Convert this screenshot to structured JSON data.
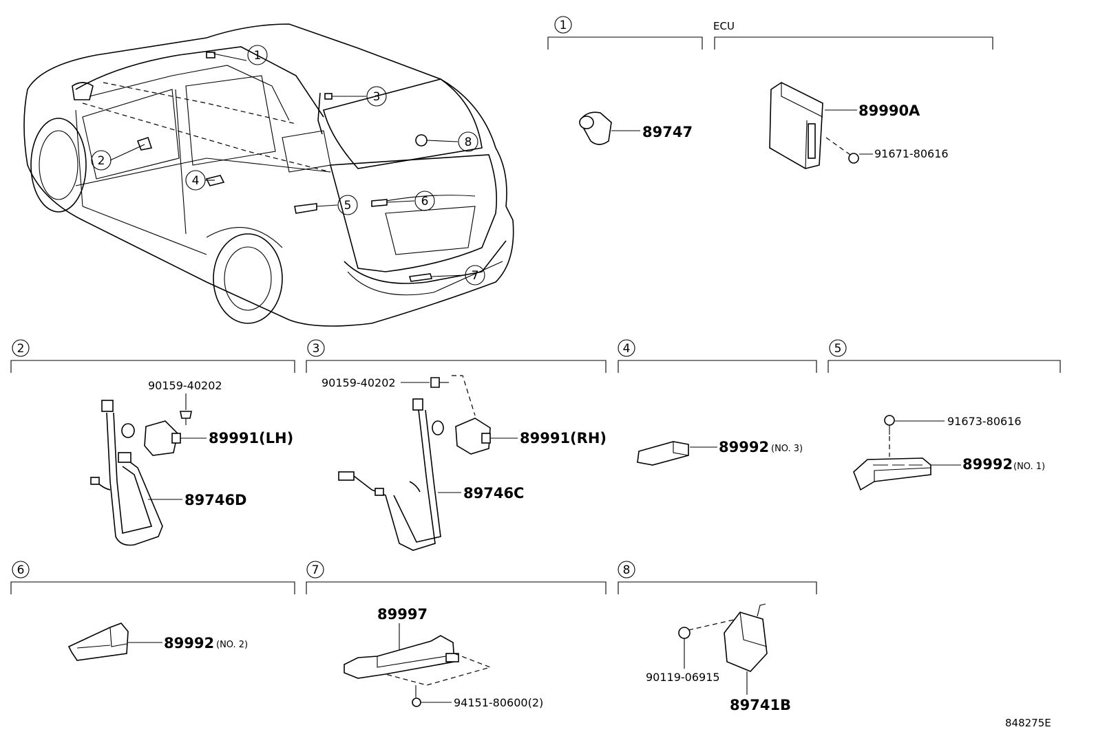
{
  "diagram_id": "848275E",
  "overview_callouts": [
    "1",
    "2",
    "3",
    "4",
    "5",
    "6",
    "7",
    "8"
  ],
  "sections": {
    "s1": {
      "num": "1",
      "parts": [
        "89747"
      ]
    },
    "ecu": {
      "label": "ECU",
      "parts": [
        "89990A",
        "91671-80616"
      ]
    },
    "s2": {
      "num": "2",
      "parts": [
        "90159-40202",
        "89991(LH)",
        "89746D"
      ]
    },
    "s3": {
      "num": "3",
      "parts": [
        "90159-40202",
        "89991(RH)",
        "89746C"
      ]
    },
    "s4": {
      "num": "4",
      "parts": [
        "89992"
      ],
      "note": "(NO. 3)"
    },
    "s5": {
      "num": "5",
      "parts": [
        "91673-80616",
        "89992"
      ],
      "note": "(NO. 1)"
    },
    "s6": {
      "num": "6",
      "parts": [
        "89992"
      ],
      "note": "(NO. 2)"
    },
    "s7": {
      "num": "7",
      "parts": [
        "89997",
        "94151-80600(2)"
      ]
    },
    "s8": {
      "num": "8",
      "parts": [
        "90119-06915",
        "89741B"
      ]
    }
  }
}
